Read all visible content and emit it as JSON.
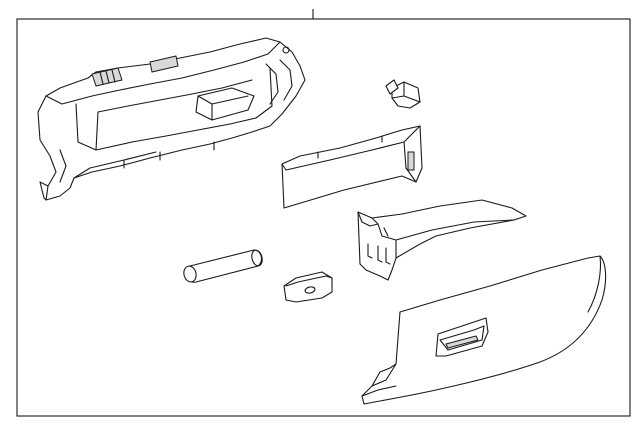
{
  "diagram": {
    "parts": [
      {
        "name": "glove-box-housing"
      },
      {
        "name": "clip"
      },
      {
        "name": "trim-panel"
      },
      {
        "name": "mounting-bracket"
      },
      {
        "name": "damper-rod"
      },
      {
        "name": "handle-cover"
      },
      {
        "name": "glove-box-door"
      }
    ]
  }
}
